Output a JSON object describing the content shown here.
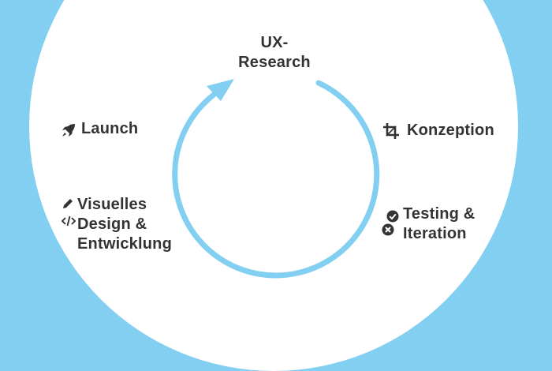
{
  "diagram": {
    "colors": {
      "background": "#82cff1",
      "disc": "#ffffff",
      "arrow": "#82cff1",
      "text": "#333333"
    },
    "nodes": [
      {
        "id": "research",
        "label": "UX-\nResearch",
        "icons": []
      },
      {
        "id": "konzeption",
        "label": "Konzeption",
        "icons": [
          "crop-icon"
        ]
      },
      {
        "id": "testing",
        "label": "Testing &\nIteration",
        "icons": [
          "check-circle-icon",
          "times-circle-icon"
        ]
      },
      {
        "id": "visuelles",
        "label": "Visuelles\nDesign &\nEntwicklung",
        "icons": [
          "pencil-icon",
          "code-icon"
        ]
      },
      {
        "id": "launch",
        "label": "Launch",
        "icons": [
          "rocket-icon"
        ]
      }
    ]
  }
}
